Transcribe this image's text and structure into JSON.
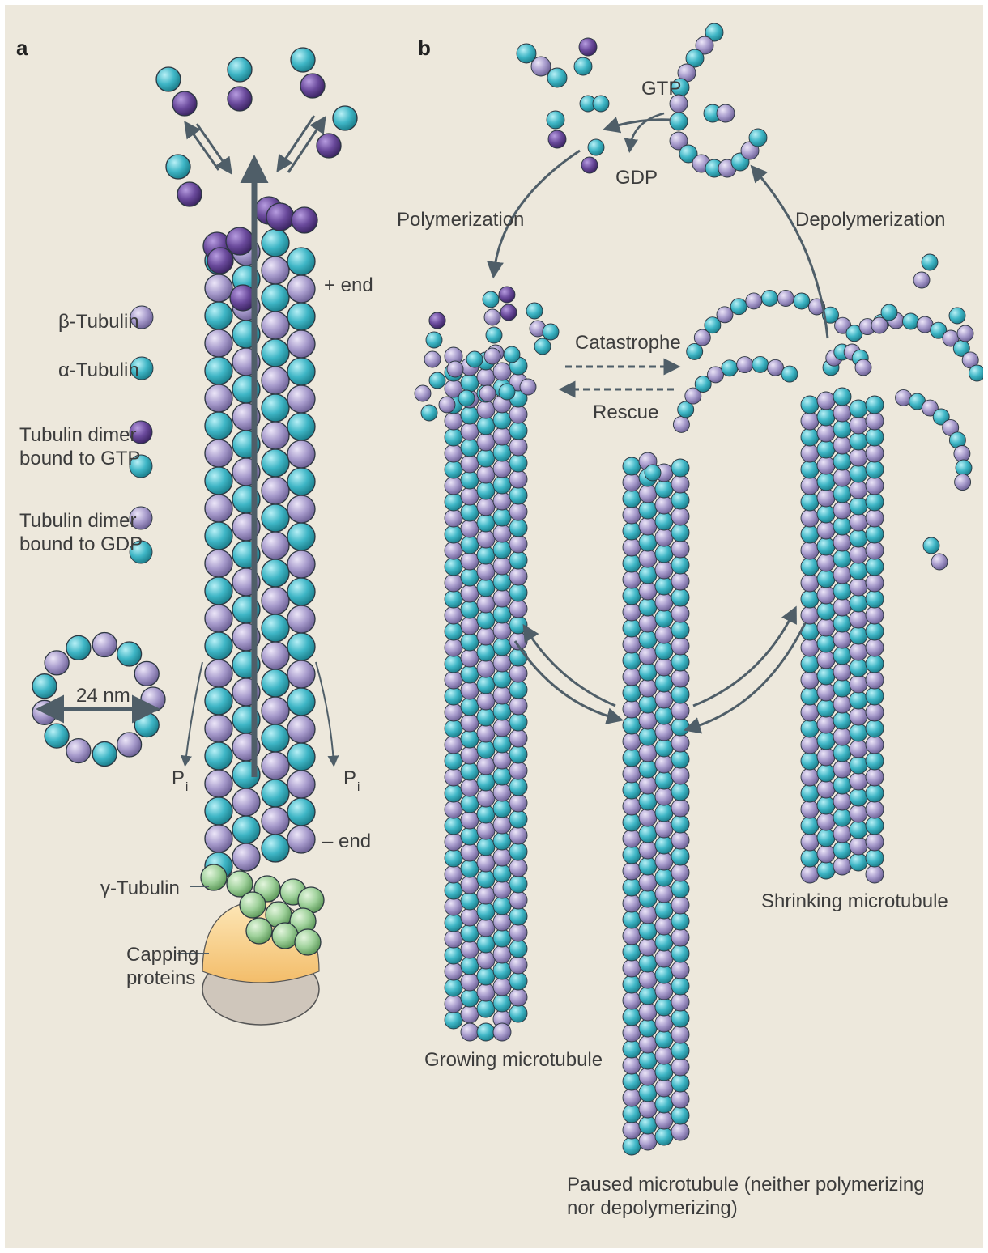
{
  "panel_a": {
    "letter": "a",
    "legend": {
      "beta": "β-Tubulin",
      "alpha": "α-Tubulin",
      "gtp_line1": "Tubulin dimer",
      "gtp_line2": "bound to GTP",
      "gdp_line1": "Tubulin dimer",
      "gdp_line2": "bound to GDP"
    },
    "diameter": "24 nm",
    "plus_end": "+ end",
    "minus_end": "– end",
    "pi_main": "P",
    "pi_sub": "i",
    "gamma": "γ-Tubulin",
    "capping_line1": "Capping",
    "capping_line2": "proteins"
  },
  "panel_b": {
    "letter": "b",
    "gtp": "GTP",
    "gdp": "GDP",
    "polymerization": "Polymerization",
    "depolymerization": "Depolymerization",
    "catastrophe": "Catastrophe",
    "rescue": "Rescue",
    "growing": "Growing microtubule",
    "shrinking": "Shrinking microtubule",
    "paused_line1": "Paused microtubule (neither polymerizing",
    "paused_line2": "nor depolymerizing)"
  },
  "colors": {
    "background": "#ede8dc",
    "alpha_tubulin": "#3fb6c6",
    "beta_tubulin_gdp": "#a79bcc",
    "beta_tubulin_gtp": "#6a4a9c",
    "gamma_tubulin": "#9fd19b",
    "capping": "#f6c87a",
    "arrow": "#4f5e68"
  }
}
